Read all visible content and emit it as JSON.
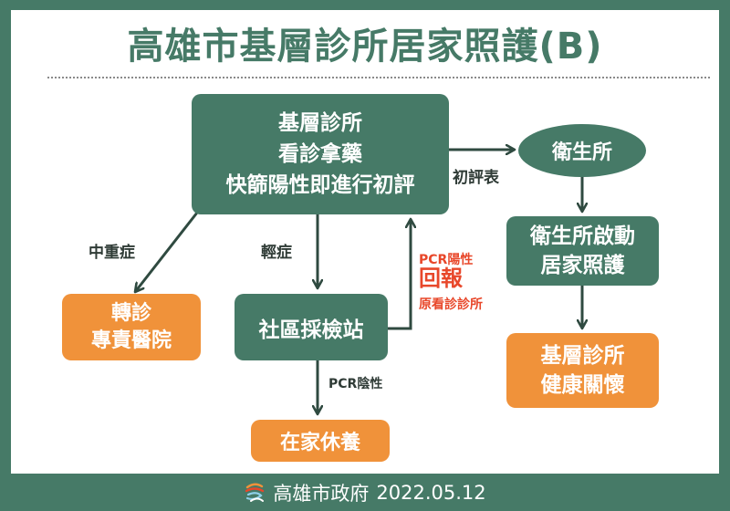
{
  "title": "高雄市基層診所居家照護(B)",
  "colors": {
    "green": "#467a67",
    "orange": "#f0923a",
    "red": "#e8472a",
    "arrow": "#2f4a40"
  },
  "nodes": {
    "clinic": {
      "lines": [
        "基層診所",
        "看診拿藥",
        "快篩陽性即進行初評"
      ],
      "color": "green"
    },
    "health_center": {
      "label": "衛生所",
      "shape": "ellipse",
      "color": "green"
    },
    "health_center_start": {
      "lines": [
        "衛生所啟動",
        "居家照護"
      ],
      "color": "green"
    },
    "clinic_care": {
      "lines": [
        "基層診所",
        "健康關懷"
      ],
      "color": "orange"
    },
    "referral": {
      "lines": [
        "轉診",
        "專責醫院"
      ],
      "color": "orange"
    },
    "community_test_station": {
      "label": "社區採檢站",
      "color": "green"
    },
    "home_rest": {
      "label": "在家休養",
      "color": "orange"
    }
  },
  "edges": {
    "initial_assessment_form": "初評表",
    "moderate_severe": "中重症",
    "mild": "輕症",
    "pcr_negative": "PCR陰性",
    "pcr_positive": {
      "line1": "PCR陽性",
      "line2": "回報",
      "line3": "原看診診所"
    }
  },
  "footer": {
    "org": "高雄市政府",
    "date": "2022.05.12",
    "logo_icon": "kaohsiung-city-logo"
  }
}
